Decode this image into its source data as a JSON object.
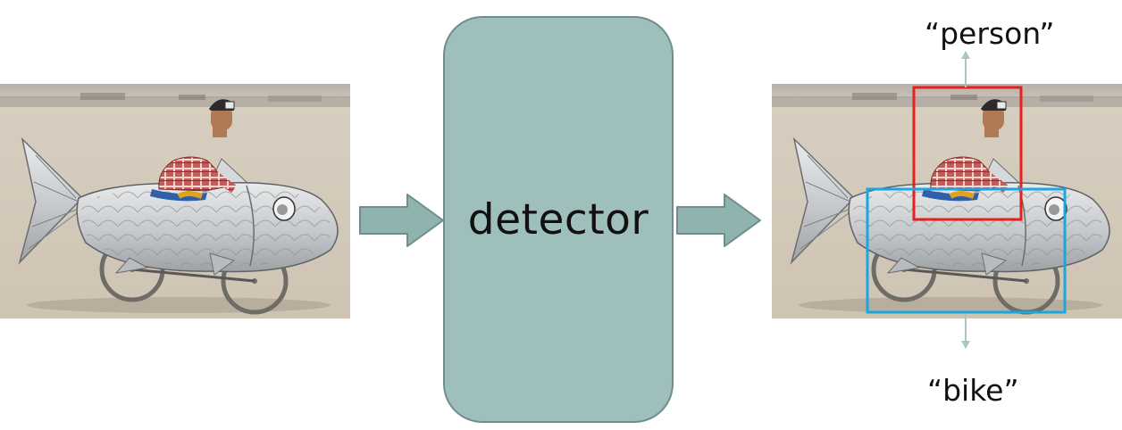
{
  "detector": {
    "label": "detector"
  },
  "detections": {
    "person": {
      "label": "“person”",
      "color": "#e8201c"
    },
    "bike": {
      "label": "“bike”",
      "color": "#1aa6de"
    }
  },
  "colors": {
    "box_fill": "#9fbfbd",
    "box_border": "#6e8d8c",
    "arrow_fill": "#8fb3ae",
    "arrow_stroke": "#6e8d8c",
    "label_arrow": "#a9c6c2"
  },
  "photo": {
    "subject": "person riding a fish-shaped bicycle in the desert"
  }
}
